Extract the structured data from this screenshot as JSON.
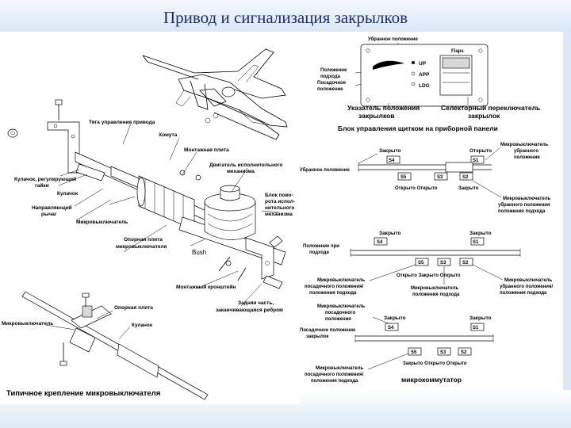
{
  "title": "Привод и сигнализация закрылков",
  "panel": {
    "label_retracted_position": "Убранное положение",
    "label_takeoff_landing": [
      "Положение",
      "подхода",
      "Посадочное",
      "положение"
    ],
    "flaps_title": "Flaps",
    "positions": [
      "UP",
      "APP",
      "LDG"
    ],
    "indicator_caption": [
      "Указатель положения",
      "закрылков"
    ],
    "selector_caption": [
      "Селекторный переключатель",
      "закрылок"
    ],
    "block_caption": "Блок управления щитком на приборной панели"
  },
  "mechanism": {
    "labels": {
      "rod": "Тяга управления привода",
      "clamp": "Хомута",
      "mount_plate": "Монтажная плита",
      "actuator": [
        "Двигатель исполнительного",
        "механизма"
      ],
      "adj_cam": [
        "Кулачок, регулирующий",
        "гайки"
      ],
      "cam": "Кулачок",
      "guide_lever": [
        "Направляющий",
        "рычаг"
      ],
      "microswitch": "Микровыключатель",
      "rot_block": [
        "Блок пово-",
        "рота испол-",
        "нительного",
        "механизма"
      ],
      "support_plate": [
        "Опорная плита",
        "микровыключателя"
      ],
      "bush": "Bush",
      "bracket": "Монтажный кронштейн",
      "rear_part": [
        "Задняя часть,",
        "заканчивающаяся ребром"
      ]
    },
    "detail": {
      "support_plate": "Опорная плита",
      "microswitch": "Микровыключатель",
      "cam": "Кулачок",
      "caption": "Типичное крепление микровыключателя"
    }
  },
  "schematic": {
    "closed": "Закрыто",
    "open": "Открыто",
    "switches_top": [
      "S4",
      "S1"
    ],
    "switches_bottom": [
      "S5",
      "S3",
      "S2"
    ],
    "rows": [
      {
        "pos_label": "Убранное положение",
        "left_bottom": "Открыто Открыто",
        "right_bottom": "Закрыто",
        "right_note": [
          "Микровыключатель",
          "убранного",
          "положения"
        ],
        "bottom_note": [
          "Микровыключатель",
          "убранного положения",
          "положения подхода"
        ]
      },
      {
        "pos_label": [
          "Положение при",
          "подходе"
        ],
        "bottom_mid": "Открыто Закрыто Открыто",
        "notes": [
          [
            "Микровыключатель",
            "посадочного положения/",
            "положения подхода"
          ],
          [
            "Микровыключатель",
            "положения подхода"
          ],
          [
            "Микровыключатель",
            "убранного положения/",
            "положения подхода"
          ]
        ]
      },
      {
        "top_note": [
          "Микровыключатель",
          "посадочного",
          "положения"
        ],
        "pos_label": [
          "Посадочное положение",
          "закрылок"
        ],
        "bottom_mid": "Закрыто Открыто Открыто",
        "bottom_note": [
          "Микровыключатель",
          "посадочного положения/",
          "положения подхода"
        ]
      }
    ],
    "caption": "микрокоммутатор"
  }
}
